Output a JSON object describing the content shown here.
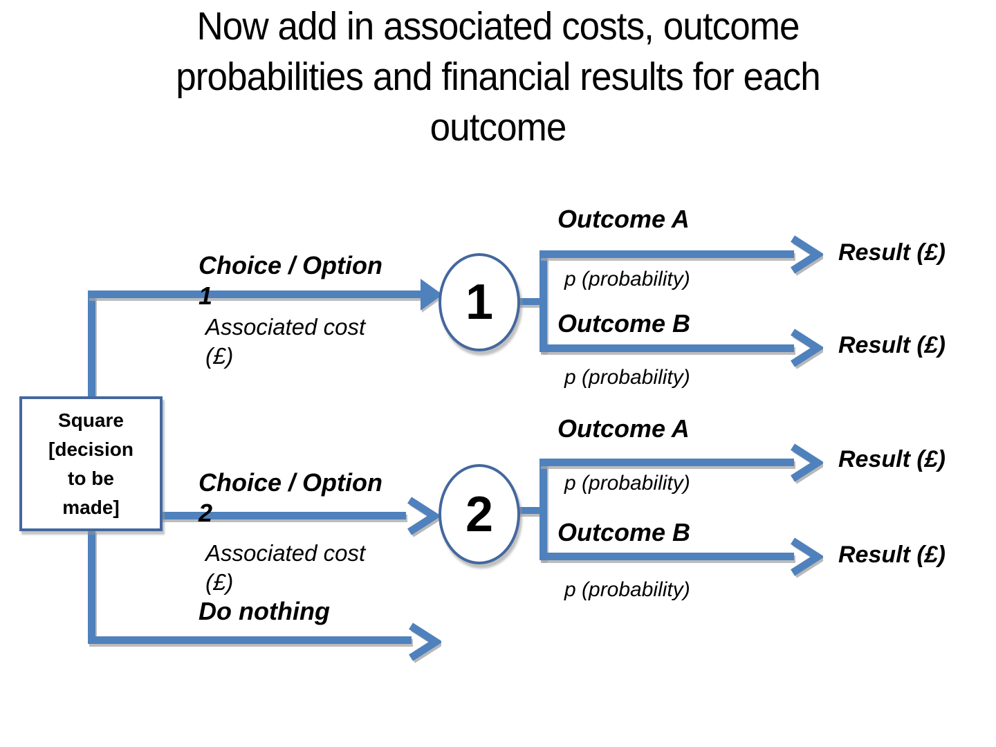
{
  "title": {
    "lines": [
      "Now add in associated costs, outcome",
      "probabilities and financial results for each",
      "outcome"
    ]
  },
  "colors": {
    "accent_blue": "#4F81BD",
    "node_border_blue": "#44679E",
    "shadow_gray": "#A6A6A6",
    "text": "#000000",
    "background": "#FFFFFF"
  },
  "decision_box": {
    "lines": [
      "Square",
      "[decision",
      "to be",
      "made]"
    ]
  },
  "options": {
    "option1": {
      "name_lines": [
        "Choice / Option",
        "1"
      ],
      "cost_lines": [
        "Associated cost",
        "(£)"
      ],
      "node_label": "1"
    },
    "option2": {
      "name_lines": [
        "Choice / Option",
        "2"
      ],
      "cost_lines": [
        "Associated cost",
        "(£)"
      ],
      "node_label": "2"
    },
    "do_nothing": {
      "name": "Do nothing"
    }
  },
  "outcome_groups": {
    "group1": {
      "outcome_a": "Outcome A",
      "prob_a": "p (probability)",
      "result_a": "Result (£)",
      "outcome_b": "Outcome B",
      "prob_b": "p (probability)",
      "result_b": "Result (£)"
    },
    "group2": {
      "outcome_a": "Outcome A",
      "prob_a": "p (probability)",
      "result_a": "Result (£)",
      "outcome_b": "Outcome B",
      "prob_b": "p (probability)",
      "result_b": "Result (£)"
    }
  }
}
